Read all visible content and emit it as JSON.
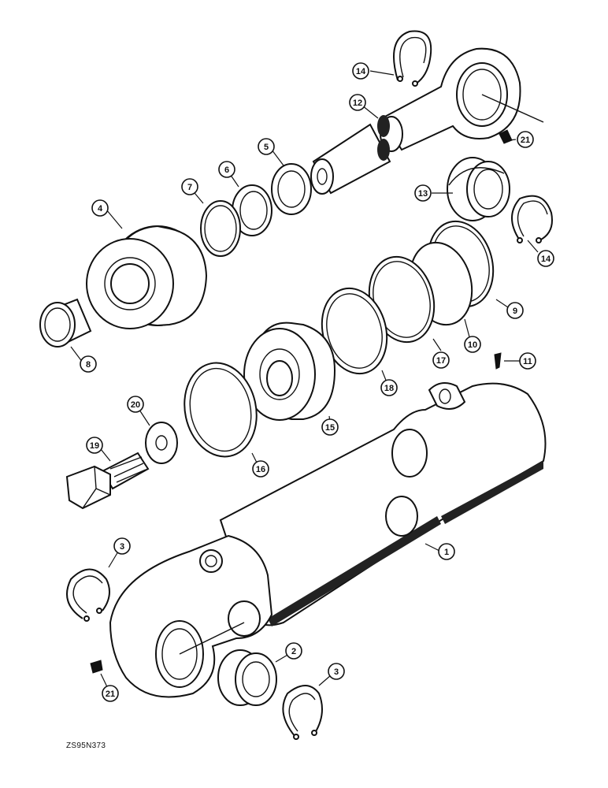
{
  "figure_code": "ZS95N373",
  "callouts": [
    {
      "id": "1",
      "label": "1"
    },
    {
      "id": "2",
      "label": "2"
    },
    {
      "id": "3a",
      "label": "3"
    },
    {
      "id": "3b",
      "label": "3"
    },
    {
      "id": "4",
      "label": "4"
    },
    {
      "id": "5",
      "label": "5"
    },
    {
      "id": "6",
      "label": "6"
    },
    {
      "id": "7",
      "label": "7"
    },
    {
      "id": "8",
      "label": "8"
    },
    {
      "id": "9",
      "label": "9"
    },
    {
      "id": "10",
      "label": "10"
    },
    {
      "id": "11",
      "label": "11"
    },
    {
      "id": "12",
      "label": "12"
    },
    {
      "id": "13",
      "label": "13"
    },
    {
      "id": "14a",
      "label": "14"
    },
    {
      "id": "14b",
      "label": "14"
    },
    {
      "id": "15",
      "label": "15"
    },
    {
      "id": "16",
      "label": "16"
    },
    {
      "id": "17",
      "label": "17"
    },
    {
      "id": "18",
      "label": "18"
    },
    {
      "id": "19",
      "label": "19"
    },
    {
      "id": "20",
      "label": "20"
    },
    {
      "id": "21a",
      "label": "21"
    },
    {
      "id": "21b",
      "label": "21"
    }
  ]
}
